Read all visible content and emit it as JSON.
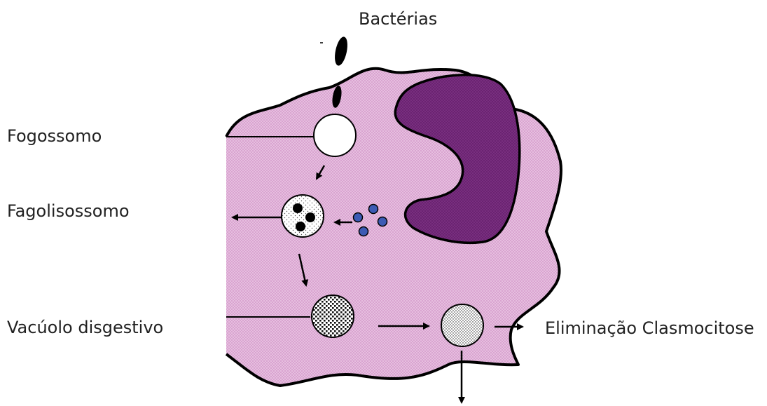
{
  "labels": {
    "bacteria": "Bactérias",
    "phagosome": "Fogossomo",
    "phagolysosome": "Fagolisossomo",
    "digestive_vacuole": "Vacúolo disgestivo",
    "elimination": "Eliminação Clasmocitose"
  },
  "colors": {
    "cytoplasm": "#d9a3d0",
    "cytoplasm_dots": "#f0d4ea",
    "nucleus": "#6a2371",
    "nucleus_dots": "#8a3c90",
    "lysosome": "#3c5bb4",
    "outline": "#000000"
  }
}
